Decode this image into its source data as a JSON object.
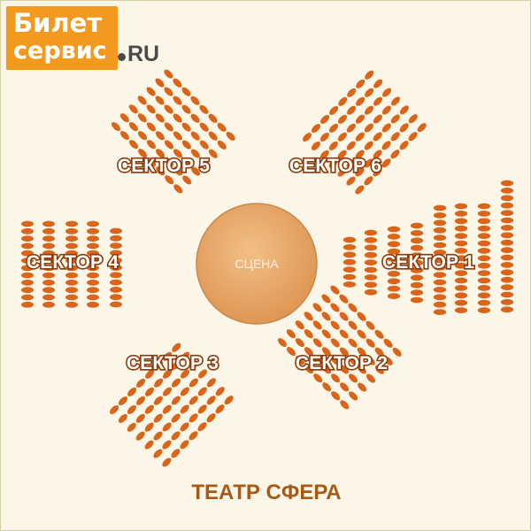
{
  "logo": {
    "word1": "Билет",
    "word2": "сервис",
    "suffix": "RU"
  },
  "stage": {
    "label": "СЦЕНА"
  },
  "sectors": [
    {
      "id": 1,
      "label": "СЕКТОР 1"
    },
    {
      "id": 2,
      "label": "СЕКТОР 2"
    },
    {
      "id": 3,
      "label": "СЕКТОР 3"
    },
    {
      "id": 4,
      "label": "СЕКТОР 4"
    },
    {
      "id": 5,
      "label": "СЕКТОР 5"
    },
    {
      "id": 6,
      "label": "СЕКТОР 6"
    }
  ],
  "venue_name": "ТЕАТР СФЕРА",
  "colors": {
    "seat": "#d9651a",
    "stage_fill": "#e8a466",
    "background": "#fbf6e8",
    "logo_badge": "#f39a1e",
    "venue_text": "#a85a15"
  }
}
